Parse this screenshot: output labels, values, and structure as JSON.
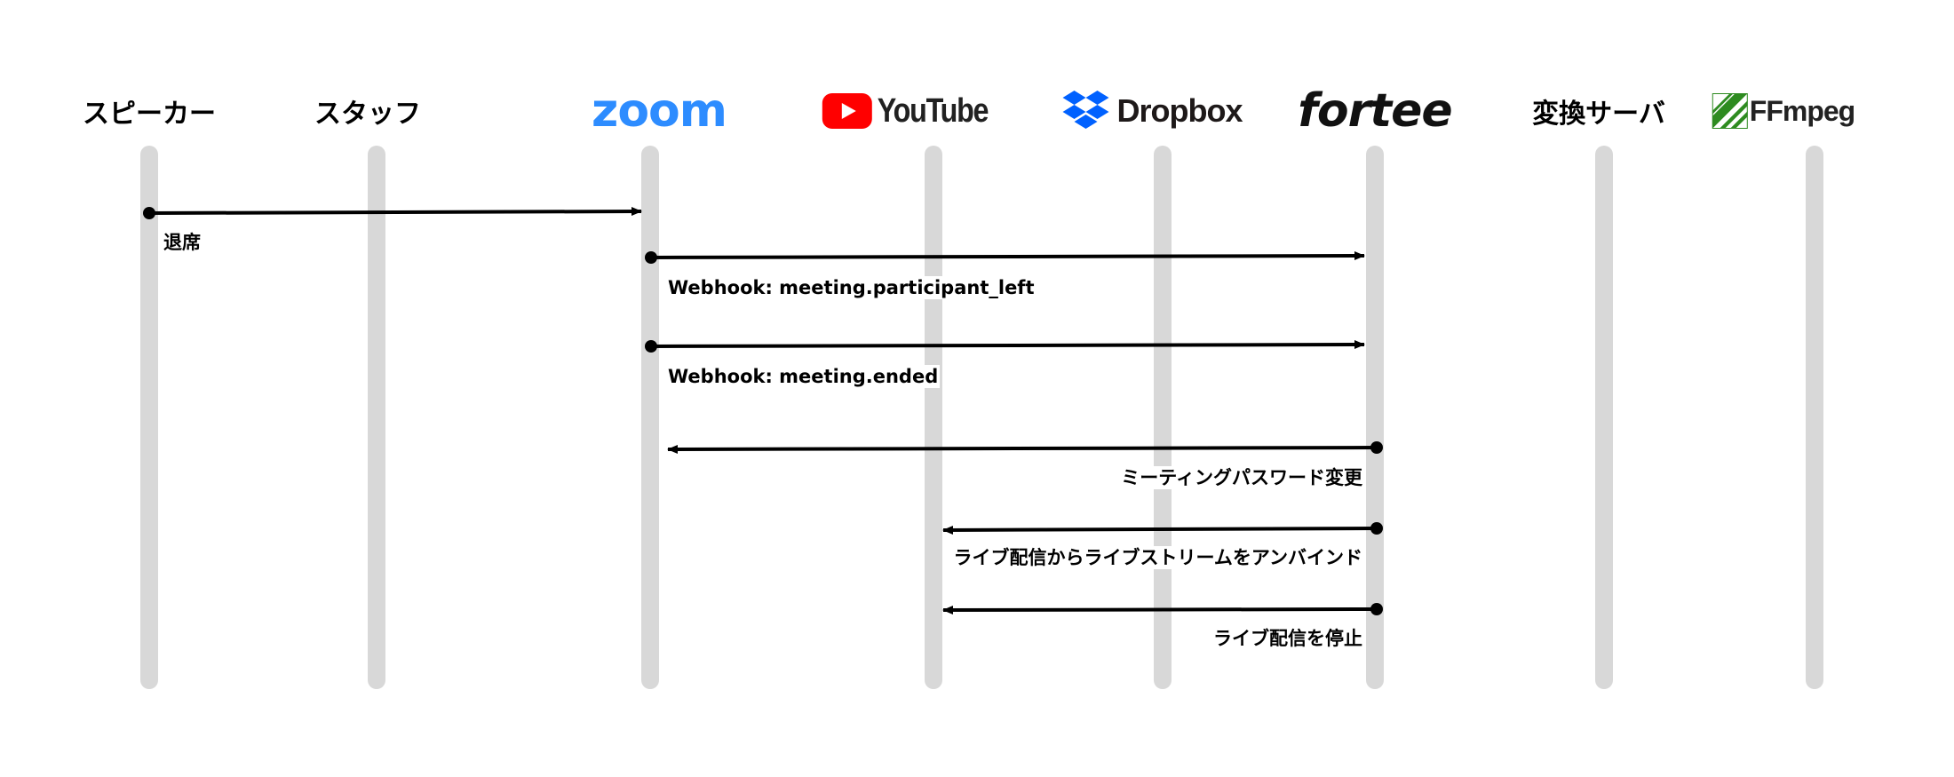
{
  "actors": [
    {
      "key": "speaker",
      "label": "スピーカー"
    },
    {
      "key": "staff",
      "label": "スタッフ"
    },
    {
      "key": "zoom",
      "label": "zoom",
      "color": "#2d8cff"
    },
    {
      "key": "youtube",
      "label": "YouTube",
      "icon": "youtube-play-icon",
      "color": "#ff0000"
    },
    {
      "key": "dropbox",
      "label": "Dropbox",
      "icon": "dropbox-box-icon",
      "color": "#0061ff"
    },
    {
      "key": "fortee",
      "label": "fortee"
    },
    {
      "key": "converter",
      "label": "変換サーバ"
    },
    {
      "key": "ffmpeg",
      "label": "FFmpeg",
      "icon": "ffmpeg-icon",
      "color": "#2e8b20"
    }
  ],
  "messages": [
    {
      "from": "speaker",
      "to": "zoom",
      "label": "退席"
    },
    {
      "from": "zoom",
      "to": "fortee",
      "label": "Webhook: meeting.participant_left"
    },
    {
      "from": "zoom",
      "to": "fortee",
      "label": "Webhook: meeting.ended"
    },
    {
      "from": "fortee",
      "to": "zoom",
      "label": "ミーティングパスワード変更"
    },
    {
      "from": "fortee",
      "to": "youtube",
      "label": "ライブ配信からライブストリームをアンバインド"
    },
    {
      "from": "fortee",
      "to": "youtube",
      "label": "ライブ配信を停止"
    }
  ],
  "colors": {
    "lifeline": "#d8d8d8",
    "arrow": "#000000"
  }
}
